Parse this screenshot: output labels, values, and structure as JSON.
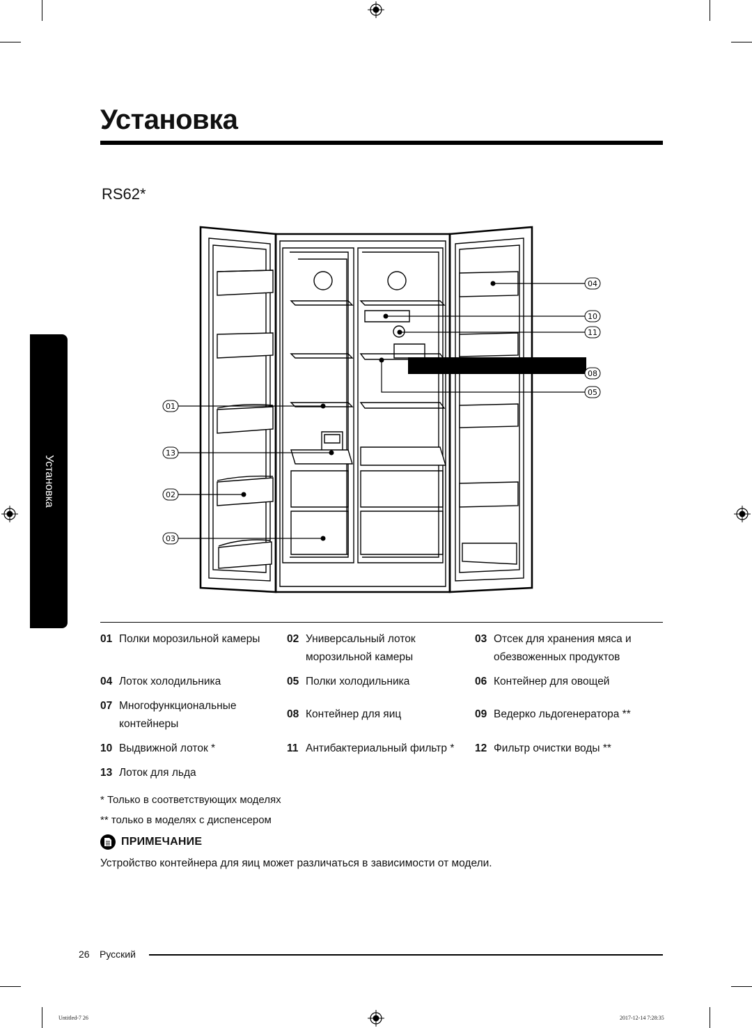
{
  "header": {
    "title": "Установка"
  },
  "model": "RS62*",
  "side_tab": {
    "label": "Установка"
  },
  "diagram": {
    "callouts": {
      "c01": "01",
      "c13": "13",
      "c02": "02",
      "c03": "03",
      "c04": "04",
      "c10": "10",
      "c11": "11",
      "c08": "08",
      "c05": "05"
    }
  },
  "legend": {
    "r1": {
      "a": {
        "num": "01",
        "text": "Полки морозильной камеры"
      },
      "b": {
        "num": "02",
        "text": "Универсальный лоток",
        "text2": "морозильной камеры"
      },
      "c": {
        "num": "03",
        "text": "Отсек для хранения мяса и",
        "text2": "обезвоженных продуктов"
      }
    },
    "r2": {
      "a": {
        "num": "04",
        "text": "Лоток холодильника"
      },
      "b": {
        "num": "05",
        "text": "Полки холодильника"
      },
      "c": {
        "num": "06",
        "text": "Контейнер для овощей"
      }
    },
    "r3": {
      "a": {
        "num": "07",
        "text": "Многофункциональные",
        "text2": "контейнеры"
      },
      "b": {
        "num": "08",
        "text": "Контейнер для яиц"
      },
      "c": {
        "num": "09",
        "text": "Ведерко льдогенератора **"
      }
    },
    "r4": {
      "a": {
        "num": "10",
        "text": "Выдвижной лоток *"
      },
      "b": {
        "num": "11",
        "text": "Антибактериальный фильтр *"
      },
      "c": {
        "num": "12",
        "text": "Фильтр очистки воды **"
      }
    },
    "r5": {
      "a": {
        "num": "13",
        "text": "Лоток для льда"
      }
    }
  },
  "footnotes": {
    "f1": "* Только в соответствующих моделях",
    "f2": "** только в моделях с диспенсером"
  },
  "note": {
    "title": "ПРИМЕЧАНИЕ",
    "text": "Устройство контейнера для яиц может различаться в зависимости от модели."
  },
  "footer": {
    "page": "26",
    "language": "Русский"
  },
  "slug": {
    "left": "Untitled-7   26",
    "right": "2017-12-14   7:28:35"
  }
}
